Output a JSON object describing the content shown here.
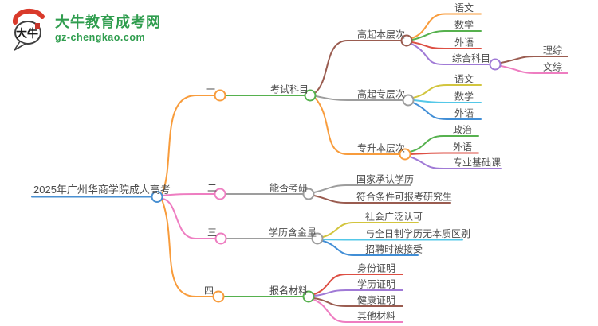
{
  "logo": {
    "title": "大牛教育成考网",
    "domain": "gz-chengkao.com",
    "icon_text": "大牛"
  },
  "palette": {
    "root_blue": "#4a90d2",
    "orange": "#f89c3c",
    "pink": "#ee7dc1",
    "green": "#56b14e",
    "brown": "#9a5c50",
    "red": "#dd4f44",
    "purple": "#a07ad6",
    "gray": "#9d9d9d",
    "olive": "#d2c53e",
    "cyan": "#54c8e8",
    "blue": "#418ed6",
    "text": "#4b4b4b",
    "brand_green": "#2f9d4e",
    "logo_red": "#d93a2b"
  },
  "mindmap": {
    "root_label": "2025年广州华商学院成人高考",
    "branches": [
      {
        "index_label": "一",
        "label": "考试科目",
        "children": [
          {
            "label": "高起本层次",
            "children": [
              {
                "label": "语文"
              },
              {
                "label": "数学"
              },
              {
                "label": "外语"
              },
              {
                "label": "综合科目",
                "children": [
                  {
                    "label": "理综"
                  },
                  {
                    "label": "文综"
                  }
                ]
              }
            ]
          },
          {
            "label": "高起专层次",
            "children": [
              {
                "label": "语文"
              },
              {
                "label": "数学"
              },
              {
                "label": "外语"
              }
            ]
          },
          {
            "label": "专升本层次",
            "children": [
              {
                "label": "政治"
              },
              {
                "label": "外语"
              },
              {
                "label": "专业基础课"
              }
            ]
          }
        ]
      },
      {
        "index_label": "二",
        "label": "能否考研",
        "children": [
          {
            "label": "国家承认学历"
          },
          {
            "label": "符合条件可报考研究生"
          }
        ]
      },
      {
        "index_label": "三",
        "label": "学历含金量",
        "children": [
          {
            "label": "社会广泛认可"
          },
          {
            "label": "与全日制学历无本质区别"
          },
          {
            "label": "招聘时被接受"
          }
        ]
      },
      {
        "index_label": "四",
        "label": "报名材料",
        "children": [
          {
            "label": "身份证明"
          },
          {
            "label": "学历证明"
          },
          {
            "label": "健康证明"
          },
          {
            "label": "其他材料"
          }
        ]
      }
    ]
  }
}
